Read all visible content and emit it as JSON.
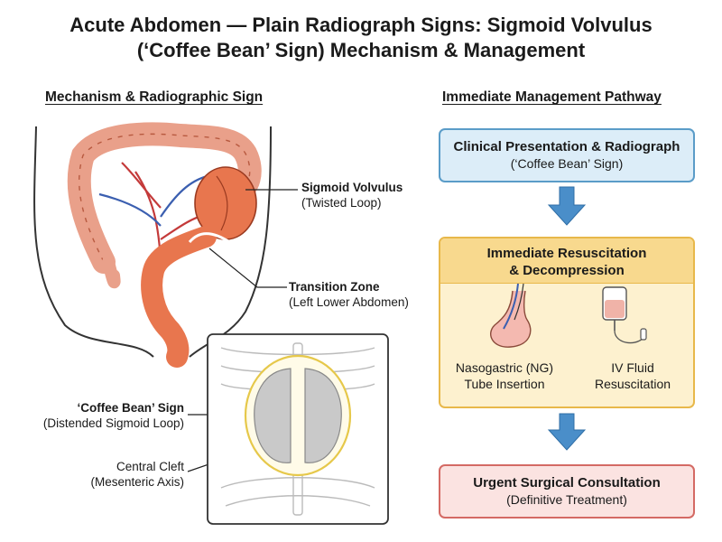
{
  "title": {
    "line1": "Acute Abdomen — Plain Radiograph Signs: Sigmoid Volvulus",
    "line2": "(‘Coffee Bean’ Sign) Mechanism & Management"
  },
  "left_section": {
    "heading": "Mechanism & Radiographic Sign",
    "callouts": [
      {
        "title": "Sigmoid Volvulus",
        "sub": "(Twisted Loop)"
      },
      {
        "title": "Transition Zone",
        "sub": "(Left Lower Abdomen)"
      },
      {
        "title": "‘Coffee Bean’ Sign",
        "sub": "(Distended Sigmoid Loop)"
      },
      {
        "title": "Central Cleft",
        "sub": "(Mesenteric Axis)"
      }
    ]
  },
  "right_section": {
    "heading": "Immediate Management Pathway",
    "step1": {
      "title": "Clinical Presentation & Radiograph",
      "sub": "(‘Coffee Bean’ Sign)"
    },
    "step2": {
      "title_line1": "Immediate Resuscitation",
      "title_line2": "& Decompression",
      "ng": {
        "line1": "Nasogastric (NG)",
        "line2": "Tube Insertion"
      },
      "iv": {
        "line1": "IV Fluid",
        "line2": "Resuscitation"
      }
    },
    "step3": {
      "title": "Urgent Surgical Consultation",
      "sub": "(Definitive Treatment)"
    }
  },
  "colors": {
    "step1_fill": "#dcedf8",
    "step1_border": "#5a9cc8",
    "step2_fill": "#fdf1cf",
    "step2_border": "#e8b84a",
    "step3_fill": "#fbe3e1",
    "step3_border": "#d46a64",
    "arrow": "#4a8ec9",
    "colon": "#e9a08a",
    "volvulus": "#e8764e",
    "xray_outline": "#e6c84a"
  }
}
